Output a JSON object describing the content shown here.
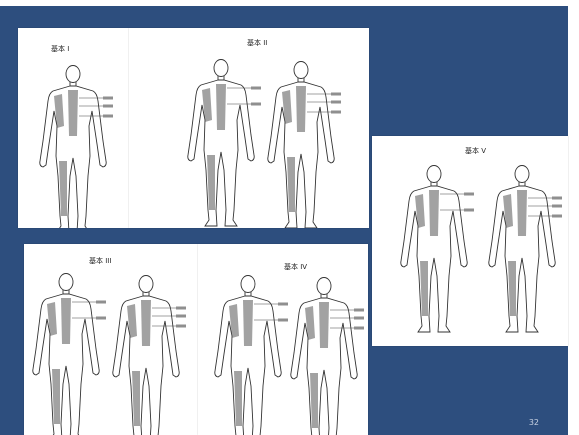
{
  "slide": {
    "background_color": "#2d4e7e",
    "page_number": "32"
  },
  "panels": [
    {
      "id": "panel-1",
      "title": "基本 I",
      "figures": [
        "back"
      ]
    },
    {
      "id": "panel-2",
      "title": "基本 II",
      "figures": [
        "front",
        "back"
      ]
    },
    {
      "id": "panel-3",
      "title": "基本 III",
      "figures": [
        "front",
        "back"
      ]
    },
    {
      "id": "panel-4",
      "title": "基本 IV",
      "figures": [
        "front",
        "back"
      ]
    },
    {
      "id": "panel-5",
      "title": "基本 V",
      "figures": [
        "front",
        "back"
      ]
    }
  ]
}
